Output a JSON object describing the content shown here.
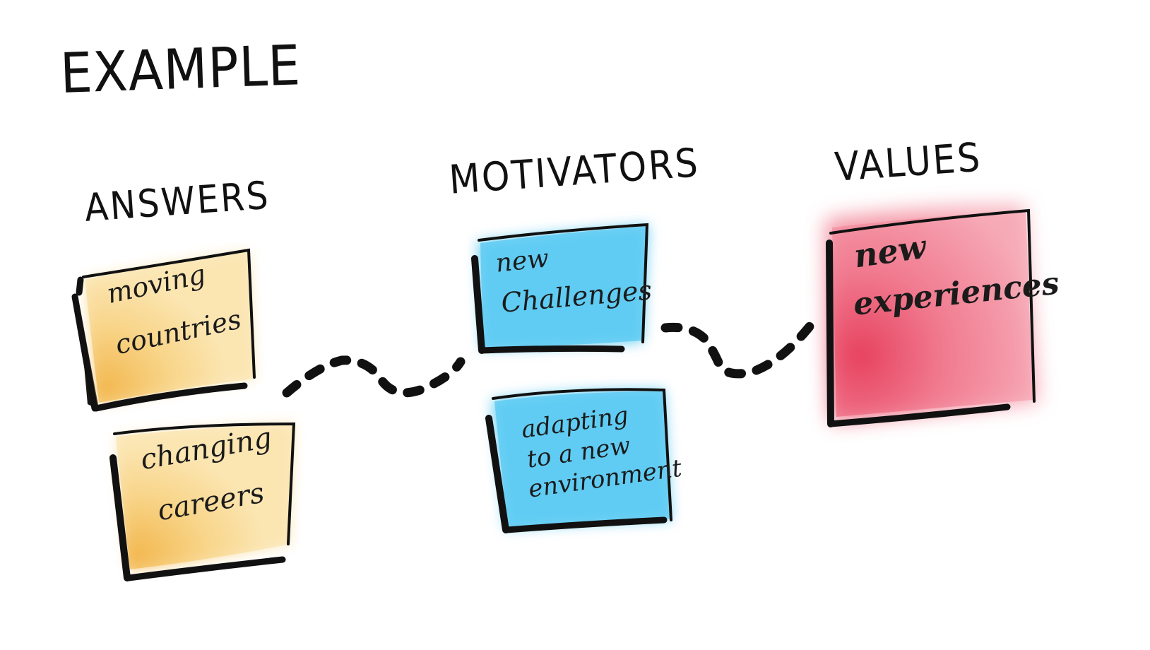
{
  "title": "EXAMPLE",
  "columns": {
    "answers": "ANSWERS",
    "motivators": "MOTIVATORS",
    "values": "VALUES"
  },
  "notes": {
    "answers": [
      {
        "lines": [
          "moving",
          "countries"
        ]
      },
      {
        "lines": [
          "changing",
          "careers"
        ]
      }
    ],
    "motivators": [
      {
        "lines": [
          "new",
          "Challenges"
        ]
      },
      {
        "lines": [
          "adapting",
          "to a new",
          "environment"
        ]
      }
    ],
    "values": [
      {
        "lines": [
          "new",
          "experiences"
        ]
      }
    ]
  },
  "colors": {
    "ink": "#111111",
    "answer_note": "#f9dfa0",
    "answer_note_shade": "#f2b64b",
    "motivator_note": "#56c9f2",
    "value_note": "#f27a8e",
    "value_note_shade": "#e63a58"
  }
}
